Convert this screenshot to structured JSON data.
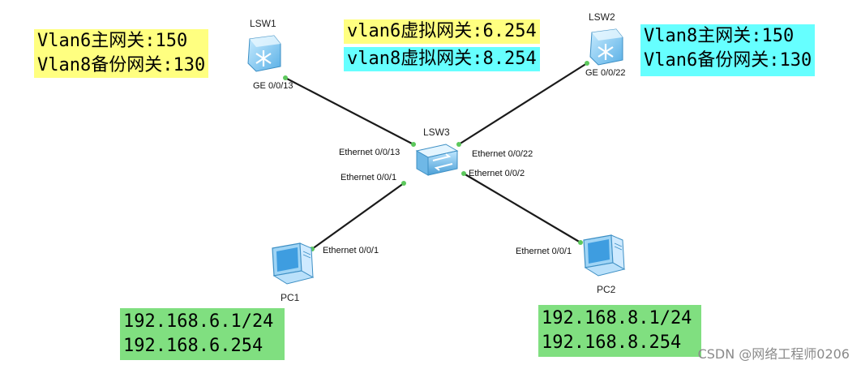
{
  "annotations": {
    "lsw1_primary": "Vlan6主网关:150",
    "lsw1_backup": "Vlan8备份网关:130",
    "vgw_vlan6": "vlan6虚拟网关:6.254",
    "vgw_vlan8": "vlan8虚拟网关:8.254",
    "lsw2_primary": "Vlan8主网关:150",
    "lsw2_backup": "Vlan6备份网关:130",
    "pc1_ip": "192.168.6.1/24",
    "pc1_gw": "192.168.6.254",
    "pc2_ip": "192.168.8.1/24",
    "pc2_gw": "192.168.8.254"
  },
  "colors": {
    "yellow": "#ffff80",
    "cyan": "#66ffff",
    "green": "#80df80",
    "link": "#1a1a1a",
    "port_dot": "#5cc85c"
  },
  "devices": {
    "lsw1": {
      "name": "LSW1",
      "icon": "core-switch-icon"
    },
    "lsw2": {
      "name": "LSW2",
      "icon": "core-switch-icon"
    },
    "lsw3": {
      "name": "LSW3",
      "icon": "access-switch-icon"
    },
    "pc1": {
      "name": "PC1",
      "icon": "pc-icon"
    },
    "pc2": {
      "name": "PC2",
      "icon": "pc-icon"
    }
  },
  "ports": {
    "lsw1_ge": "GE 0/0/13",
    "lsw2_ge": "GE 0/0/22",
    "lsw3_e13": "Ethernet 0/0/13",
    "lsw3_e22": "Ethernet 0/0/22",
    "lsw3_e1": "Ethernet 0/0/1",
    "lsw3_e2": "Ethernet 0/0/2",
    "pc1_e1": "Ethernet 0/0/1",
    "pc2_e1": "Ethernet 0/0/1"
  },
  "watermark": "CSDN @网络工程师0206"
}
